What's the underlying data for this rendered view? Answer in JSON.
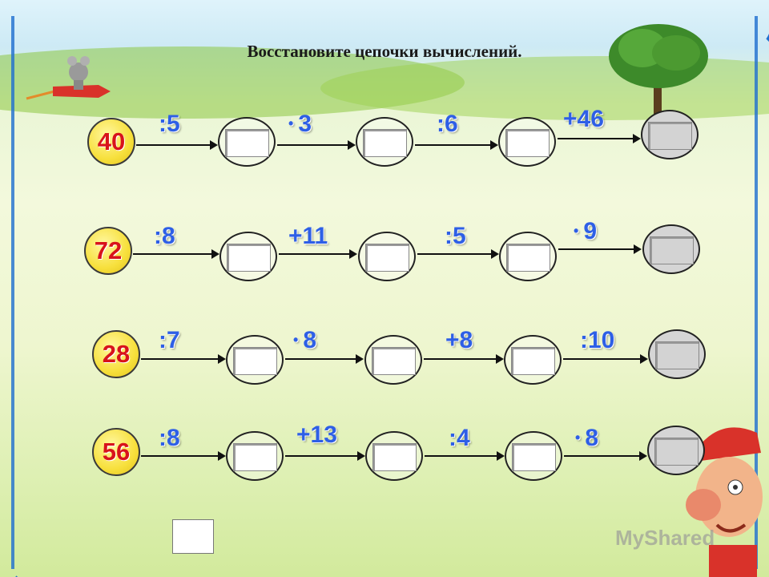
{
  "title": "Восстановите цепочки вычислений.",
  "watermark": "MyShared",
  "chains": [
    {
      "start": "40",
      "ops": [
        ":5",
        "3",
        ":6",
        "+46"
      ],
      "mul": [
        false,
        true,
        false,
        false
      ]
    },
    {
      "start": "72",
      "ops": [
        ":8",
        "+11",
        ":5",
        "9"
      ],
      "mul": [
        false,
        false,
        false,
        true
      ]
    },
    {
      "start": "28",
      "ops": [
        ":7",
        "8",
        "+8",
        ":10"
      ],
      "mul": [
        false,
        true,
        false,
        false
      ]
    },
    {
      "start": "56",
      "ops": [
        ":8",
        "+13",
        ":4",
        "8"
      ],
      "mul": [
        false,
        false,
        false,
        true
      ]
    }
  ],
  "colors": {
    "start_text": "#d8131b",
    "operator_text": "#2e5fe6",
    "start_fill": "#f7e03c",
    "frame": "#1f6fd0"
  },
  "icons": [
    "mouse-rocket-icon",
    "tree-icon",
    "cartoon-boy-icon"
  ]
}
